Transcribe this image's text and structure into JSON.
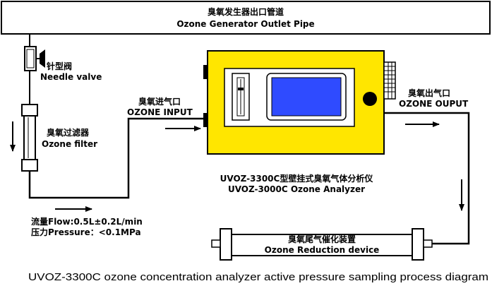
{
  "pipe": {
    "title_cn": "臭氧发生器出口管道",
    "title_en": "Ozone Generator Outlet Pipe"
  },
  "needle_valve": {
    "cn": "针型阀",
    "en": "Needle valve"
  },
  "ozone_filter": {
    "cn": "臭氧过滤器",
    "en": "Ozone filter"
  },
  "ozone_input": {
    "cn": "臭氧进气口",
    "en": "OZONE INPUT"
  },
  "ozone_output": {
    "cn": "臭氧出气口",
    "en": "OZONE OUPUT"
  },
  "analyzer": {
    "cn": "UVOZ-3300C型壁挂式臭氧气体分析仪",
    "en": "UVOZ-3000C Ozone Analyzer"
  },
  "flow": {
    "flow_text": "流量Flow:0.5L±0.2L/min",
    "pressure_text": "压力Pressure：<0.1MPa"
  },
  "reduction": {
    "cn": "臭氧尾气催化装置",
    "en": "Ozone Reduction device"
  },
  "caption": "UVOZ-3300C ozone concentration analyzer active pressure sampling process diagram",
  "colors": {
    "analyzer_body": "#ffe600",
    "screen": "#2f4bff",
    "line": "#000000"
  }
}
